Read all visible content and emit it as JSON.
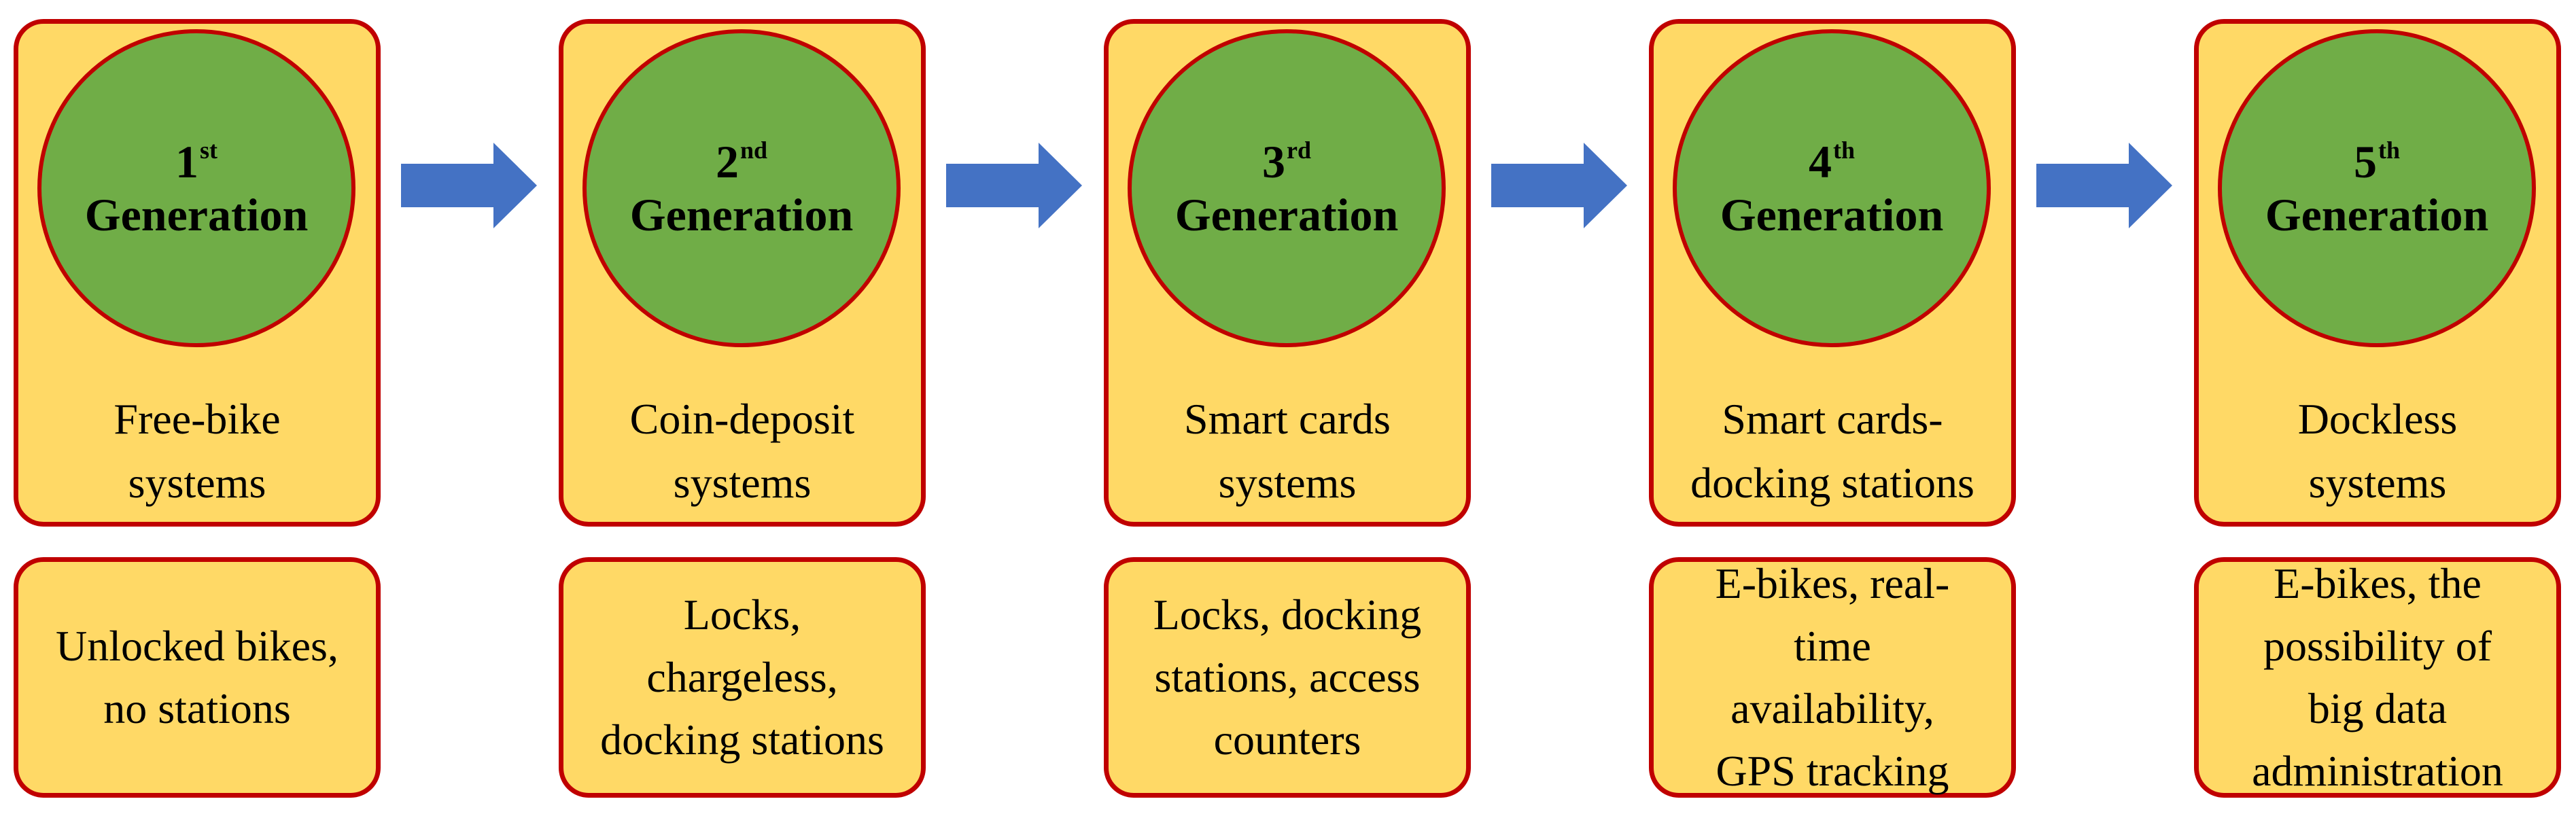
{
  "colors": {
    "box_fill": "#FFD966",
    "border": "#C00000",
    "circle_fill": "#70AD47",
    "arrow": "#4472C4"
  },
  "generations": [
    {
      "number": "1",
      "suffix": "st",
      "label": "Generation",
      "system": "Free-bike\nsystems",
      "features": "Unlocked bikes,\nno stations"
    },
    {
      "number": "2",
      "suffix": "nd",
      "label": "Generation",
      "system": "Coin-deposit\nsystems",
      "features": "Locks,\nchargeless,\ndocking stations"
    },
    {
      "number": "3",
      "suffix": "rd",
      "label": "Generation",
      "system": "Smart cards\nsystems",
      "features": "Locks, docking\nstations, access\ncounters"
    },
    {
      "number": "4",
      "suffix": "th",
      "label": "Generation",
      "system": "Smart cards-\ndocking stations",
      "features": "E-bikes, real-\ntime\navailability,\nGPS tracking"
    },
    {
      "number": "5",
      "suffix": "th",
      "label": "Generation",
      "system": "Dockless\nsystems",
      "features": "E-bikes, the\npossibility of\nbig data\nadministration"
    }
  ]
}
